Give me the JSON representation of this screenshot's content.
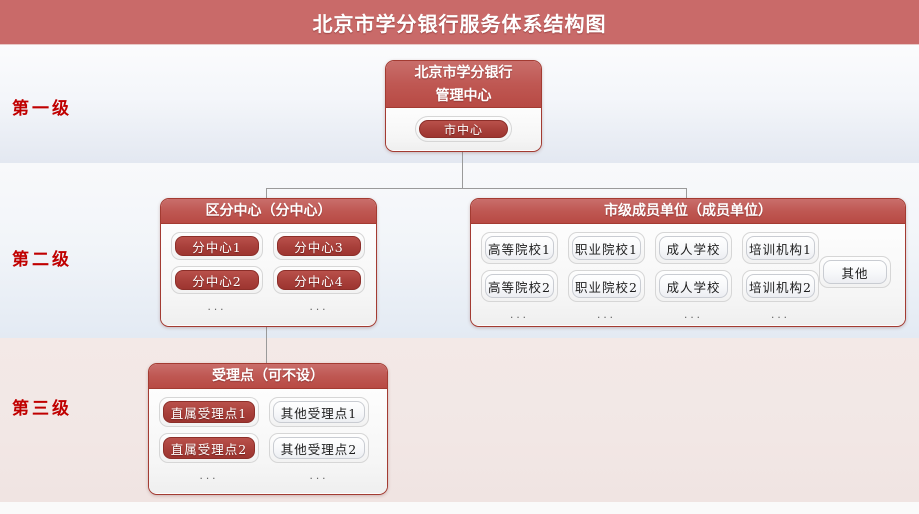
{
  "header": {
    "title": "北京市学分银行服务体系结构图",
    "background_color": "#c96a69",
    "text_color": "#ffffff"
  },
  "levels": [
    {
      "label": "第一级",
      "color": "#c00000"
    },
    {
      "label": "第二级",
      "color": "#c00000"
    },
    {
      "label": "第三级",
      "color": "#c00000"
    }
  ],
  "top_node": {
    "title_line1": "北京市学分银行",
    "title_line2": "管理中心",
    "chip": "市中心"
  },
  "branch_group": {
    "title": "区分中心（分中心）",
    "rows": [
      [
        "分中心1",
        "分中心3"
      ],
      [
        "分中心2",
        "分中心4"
      ]
    ],
    "dots": [
      "...",
      "..."
    ]
  },
  "member_group": {
    "title": "市级成员单位（成员单位）",
    "rows": [
      [
        "高等院校1",
        "职业院校1",
        "成人学校",
        "培训机构1"
      ],
      [
        "高等院校2",
        "职业院校2",
        "成人学校",
        "培训机构2"
      ]
    ],
    "dots": [
      "...",
      "...",
      "...",
      "..."
    ],
    "other": "其他"
  },
  "service_group": {
    "title": "受理点（可不设）",
    "rows": [
      [
        "直属受理点1",
        "其他受理点1"
      ],
      [
        "直属受理点2",
        "其他受理点2"
      ]
    ],
    "dots": [
      "...",
      "..."
    ]
  },
  "palette": {
    "title_bar": "#c96a69",
    "node_border": "#a33b32",
    "node_head_red": "#bf5853",
    "chip_red": "#a83f3a",
    "band1_2_bg": "#eef1f7",
    "band3_bg": "#f2e7e5",
    "connector_line": "#9a9a9a",
    "level_label": "#c00000"
  }
}
